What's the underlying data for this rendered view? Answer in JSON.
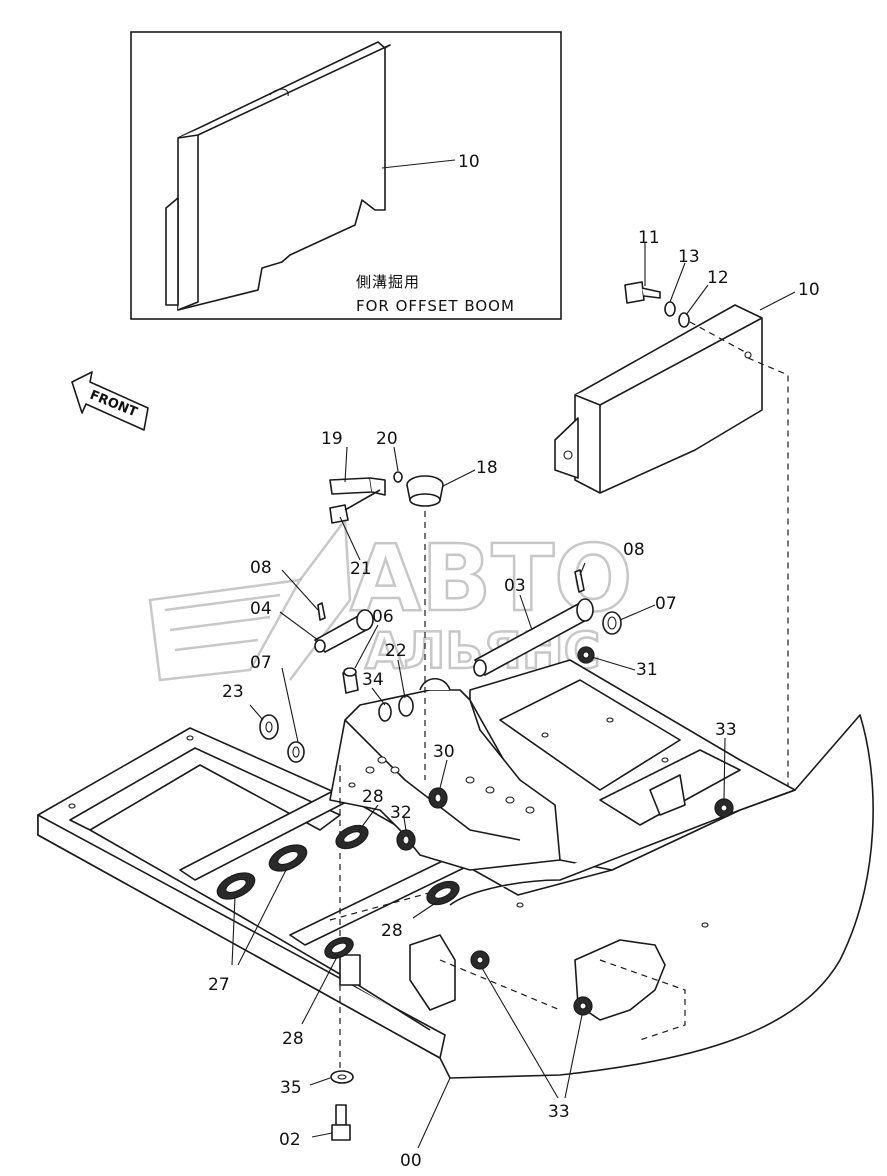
{
  "inset": {
    "caption_jp": "側溝掘用",
    "caption_en": "FOR OFFSET BOOM"
  },
  "direction_arrow": {
    "label": "FRONT"
  },
  "watermark": {
    "line1": "АВТО",
    "line2": "АЛЬЯНС"
  },
  "callouts": {
    "c00": "00",
    "c02": "02",
    "c03": "03",
    "c04": "04",
    "c06": "06",
    "c07a": "07",
    "c07b": "07",
    "c08a": "08",
    "c08b": "08",
    "c10a": "10",
    "c10b": "10",
    "c11": "11",
    "c12": "12",
    "c13": "13",
    "c18": "18",
    "c19": "19",
    "c20": "20",
    "c21": "21",
    "c22": "22",
    "c23": "23",
    "c27": "27",
    "c28a": "28",
    "c28b": "28",
    "c28c": "28",
    "c30": "30",
    "c31": "31",
    "c32": "32",
    "c33a": "33",
    "c33b": "33",
    "c34": "34",
    "c35": "35"
  }
}
